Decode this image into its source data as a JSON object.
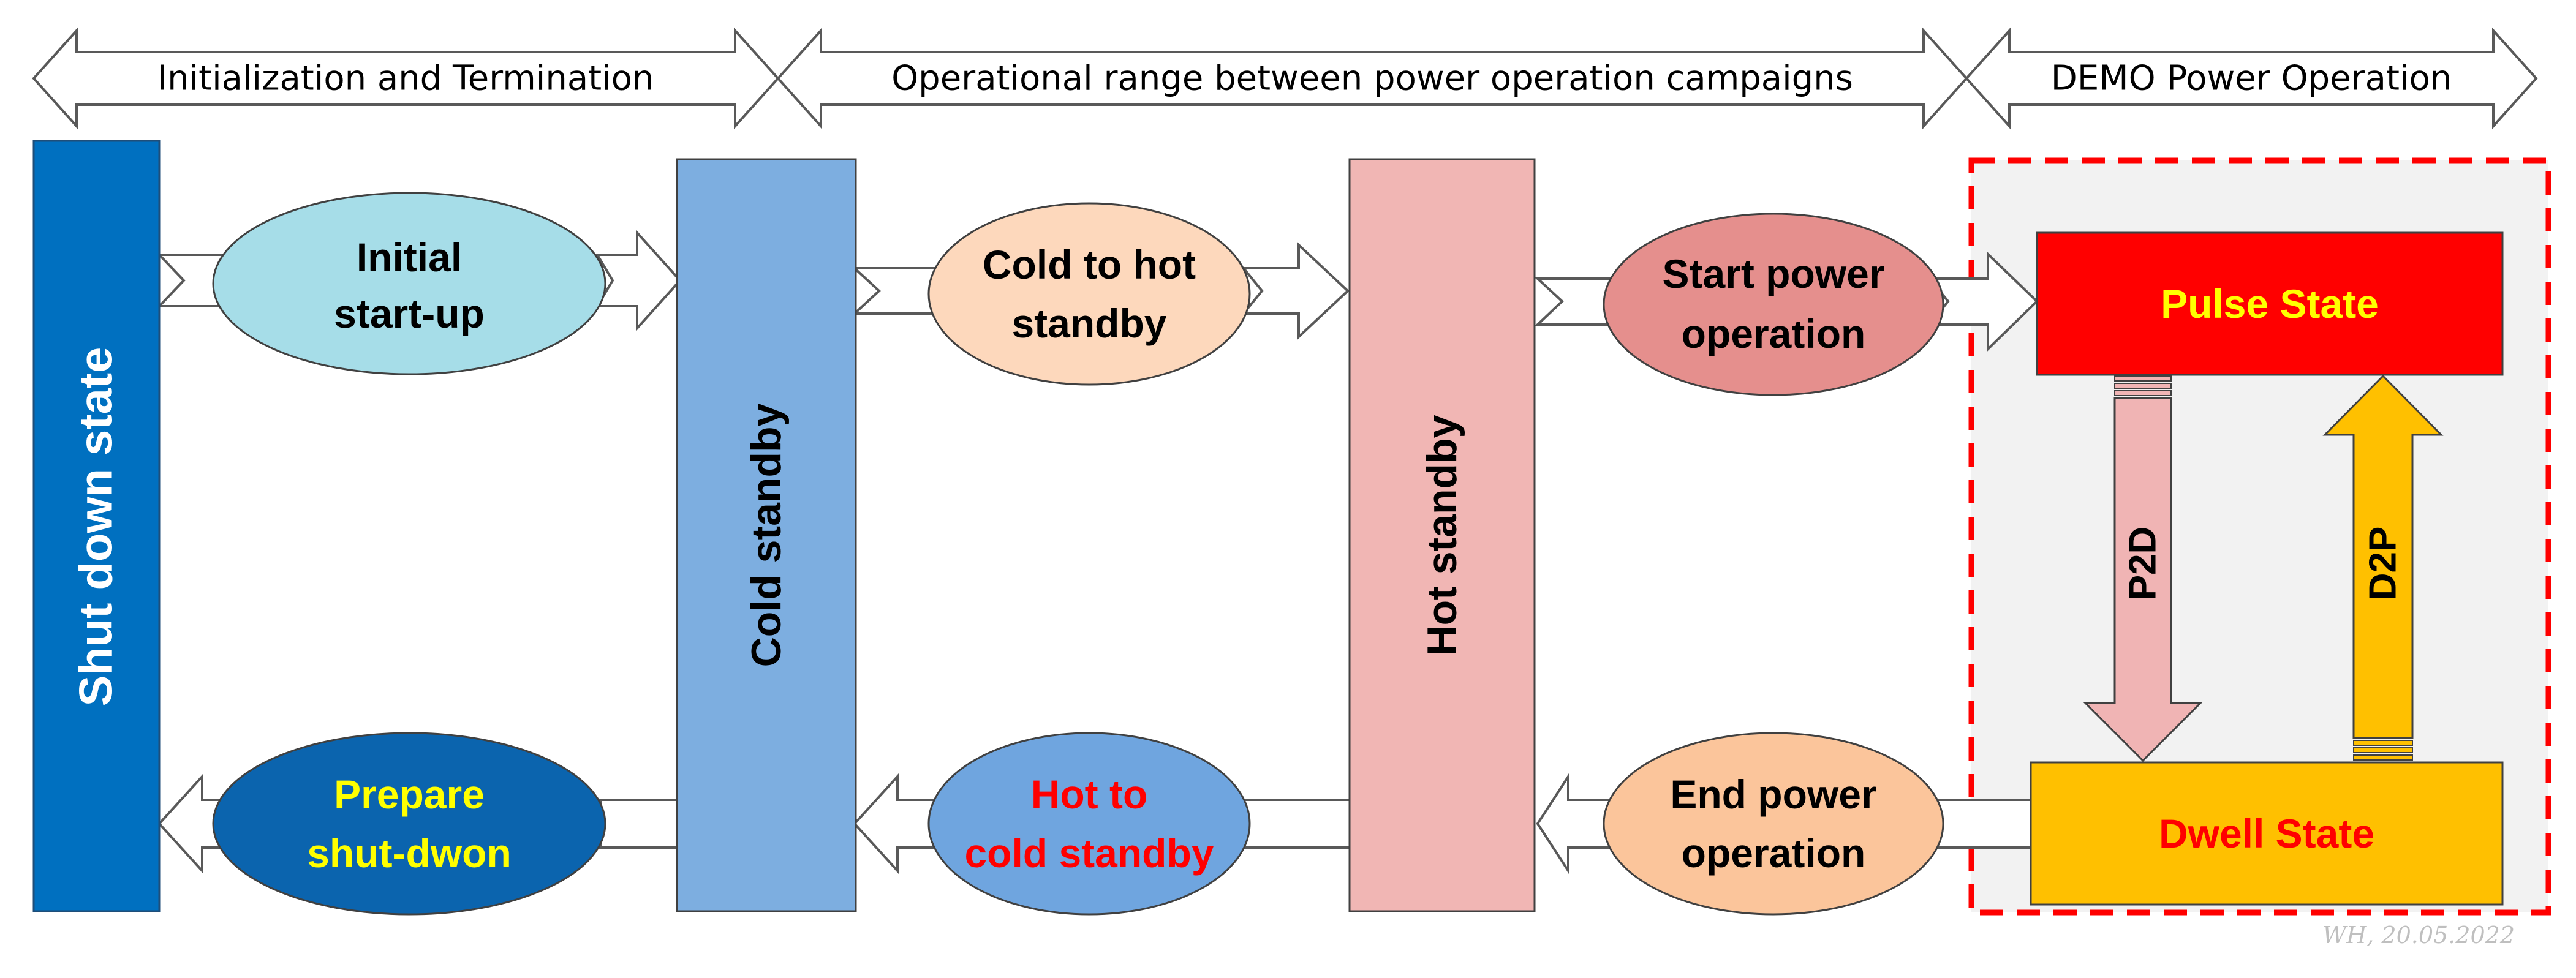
{
  "colors": {
    "shutdown": "#0070C0",
    "cold_standby": "#7DAEE0",
    "hot_standby": "#F1B6B4",
    "initial_startup": "#A6DDE8",
    "cold_to_hot": "#FDD8BC",
    "start_power": "#E58F8D",
    "end_power": "#FBC59B",
    "hot_to_cold": "#6FA5DF",
    "prepare_shutdown": "#0B64AE",
    "pulse_state": "#FF0000",
    "dwell_state": "#FFC000",
    "p2d_arrow": "#F0B4B4",
    "d2p_arrow": "#FFC000",
    "accent_red": "#FF0000",
    "accent_yellow": "#FFFF00",
    "white": "#FFFFFF",
    "black": "#000000"
  },
  "headers": {
    "init_term": "Initialization and Termination",
    "operational_range": "Operational range between power operation campaigns",
    "demo_power": "DEMO Power Operation"
  },
  "blocks": {
    "shutdown": "Shut down state",
    "cold_standby": "Cold standby",
    "hot_standby": "Hot standby"
  },
  "transitions": {
    "initial_startup": [
      "Initial",
      "start-up"
    ],
    "cold_to_hot": [
      "Cold to hot",
      "standby"
    ],
    "start_power": [
      "Start power",
      "operation"
    ],
    "end_power": [
      "End power",
      "operation"
    ],
    "hot_to_cold": [
      "Hot to",
      "cold standby"
    ],
    "prepare_shutdown": [
      "Prepare",
      "shut-dwon"
    ]
  },
  "states": {
    "pulse": "Pulse State",
    "dwell": "Dwell State"
  },
  "state_arrows": {
    "p2d": "P2D",
    "d2p": "D2P"
  },
  "signature": "WH, 20.05.2022"
}
